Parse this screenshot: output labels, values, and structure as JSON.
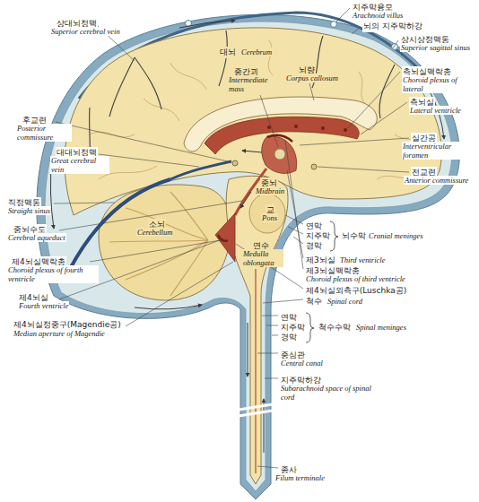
{
  "diagram": {
    "labels": [
      "상대뇌정맥",
      "Superior cerebral vein",
      "지주막융모",
      "Arachnoid villus",
      "뇌의 지주막하강",
      "대뇌",
      "Cerebrum",
      "상시상정맥동",
      "Superior sagittal sinus",
      "측뇌실맥락총",
      "Choroid plexus of lateral",
      "측뇌실",
      "Lateral ventricle",
      "중간괴",
      "Intermediate mass",
      "뇌량",
      "Corpus callosum",
      "후교련",
      "Posterior commissure",
      "대대뇌정맥",
      "Great cerebral vein",
      "실간공",
      "Interventricular foramen",
      "전교련",
      "Anterior commissure",
      "소뇌",
      "Cerebellum",
      "교",
      "Pons",
      "직정맥동",
      "Straight sinus",
      "중뇌수도",
      "Cerebral aqueduct",
      "연수",
      "Medulla oblongata",
      "중뇌",
      "Midbrain",
      "연막",
      "지주막",
      "경막",
      "뇌수막",
      "Cranial meninges",
      "제3뇌실",
      "Third ventricle",
      "제3뇌실맥락총",
      "Choroid plexus of third ventricle",
      "제4뇌실외측구(Luschka공)",
      "척수",
      "Spinal cord",
      "제4뇌실맥락총",
      "Choroid plexus of fourth ventricle",
      "제4뇌실",
      "Fourth ventricle",
      "제4뇌실정중구(Magendie공)",
      "Median aperture of Magendie",
      "연막",
      "지주막",
      "경막",
      "척수수막",
      "Spinal meninges",
      "중심관",
      "Central canal",
      "지주막하강",
      "Subarachnoid space of spinal cord",
      "종사",
      "Filum terminale"
    ]
  }
}
